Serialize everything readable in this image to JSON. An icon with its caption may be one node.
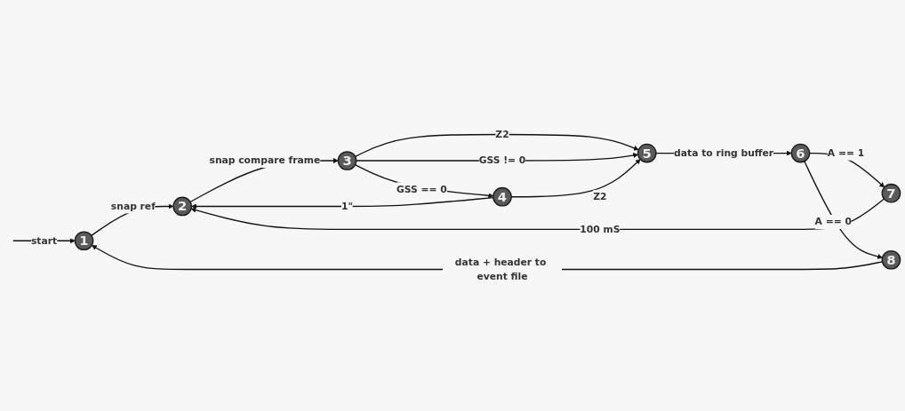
{
  "diagram": {
    "nodes": [
      {
        "text": [
          "1"
        ]
      },
      {
        "text": [
          "2"
        ]
      },
      {
        "text": [
          "3"
        ]
      },
      {
        "text": [
          "4"
        ]
      },
      {
        "text": [
          "5"
        ]
      },
      {
        "text": [
          "6"
        ]
      },
      {
        "text": [
          "7"
        ]
      },
      {
        "text": [
          "8"
        ]
      }
    ],
    "edges": [
      {
        "from": null,
        "to": 0,
        "arrow": "to",
        "label": "start"
      },
      {
        "from": 0,
        "to": 1,
        "arrow": "to",
        "label": "snap ref"
      },
      {
        "from": 1,
        "to": 2,
        "arrow": "to",
        "label": "snap compare frame"
      },
      {
        "from": 2,
        "to": 3,
        "arrow": "to",
        "label": "GSS == 0"
      },
      {
        "from": 3,
        "to": 1,
        "arrow": "to",
        "label": "1\""
      },
      {
        "from": 2,
        "to": 4,
        "arrow": "to",
        "label": "Z2"
      },
      {
        "from": 2,
        "to": 4,
        "arrow": "to",
        "label": "GSS != 0"
      },
      {
        "from": 3,
        "to": 4,
        "arrow": "to",
        "label": "Z2"
      },
      {
        "from": 4,
        "to": 5,
        "arrow": "to",
        "label": "data to ring buffer"
      },
      {
        "from": 5,
        "to": 6,
        "arrow": "to",
        "label": "A == 1"
      },
      {
        "from": 5,
        "to": 7,
        "arrow": "to",
        "label": "A == 0"
      },
      {
        "from": 6,
        "to": 1,
        "arrow": "to",
        "label": "100 mS"
      },
      {
        "from": 7,
        "to": 0,
        "arrow": "to",
        "label": "data + header to event file"
      }
    ]
  }
}
